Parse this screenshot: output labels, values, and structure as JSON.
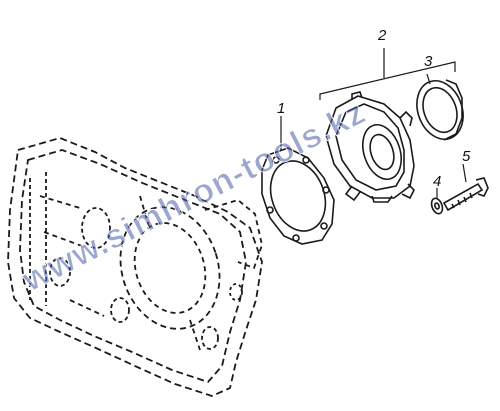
{
  "diagram": {
    "callouts": [
      {
        "id": "callout-1",
        "label": "1"
      },
      {
        "id": "callout-2",
        "label": "2"
      },
      {
        "id": "callout-3",
        "label": "3"
      },
      {
        "id": "callout-4",
        "label": "4"
      },
      {
        "id": "callout-5",
        "label": "5"
      }
    ],
    "watermark": {
      "text": "www.simhron-tools.kz",
      "color": "#4a5ea8"
    },
    "colors": {
      "line": "#1a1a1a",
      "background": "#ffffff"
    }
  }
}
